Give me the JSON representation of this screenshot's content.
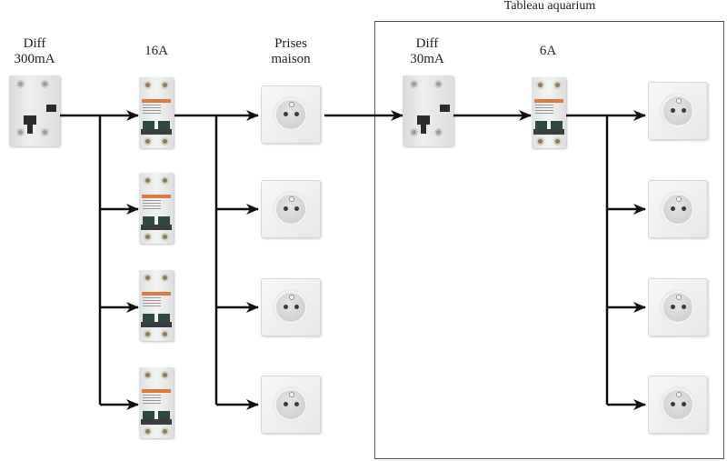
{
  "diagram": {
    "title_box": "Tableau aquarium",
    "labels": {
      "main_rcd": [
        "Diff",
        "300mA"
      ],
      "main_mcb": "16A",
      "house_sockets": [
        "Prises",
        "maison"
      ],
      "aqua_rcd": [
        "Diff",
        "30mA"
      ],
      "aqua_mcb": "6A"
    },
    "house_circuit": {
      "rcd": {
        "type": "differential",
        "rating": "300mA"
      },
      "breakers": [
        {
          "rating": "16A"
        },
        {
          "rating": "16A"
        },
        {
          "rating": "16A"
        },
        {
          "rating": "16A"
        }
      ],
      "sockets_count": 4
    },
    "aquarium_panel": {
      "rcd": {
        "type": "differential",
        "rating": "30mA"
      },
      "breaker": {
        "rating": "6A"
      },
      "sockets_count": 4
    },
    "colors": {
      "wire": "#111111",
      "box_border": "#555555",
      "breaker_stripe": "#e0793a"
    }
  }
}
